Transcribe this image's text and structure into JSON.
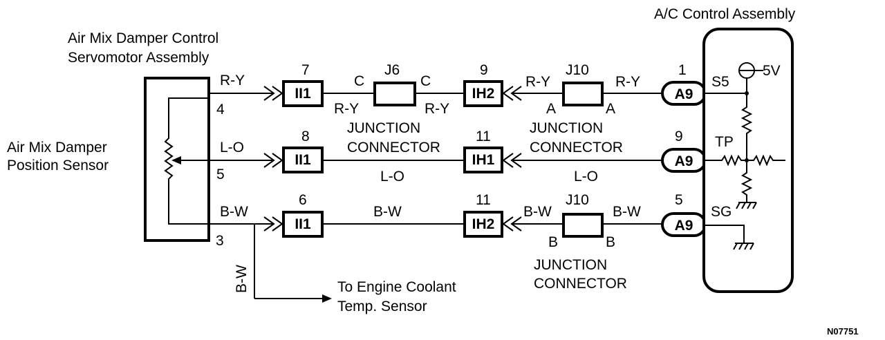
{
  "titles": {
    "ac_control": "A/C Control Assembly",
    "servo_line1": "Air Mix Damper Control",
    "servo_line2": "Servomotor Assembly",
    "sensor_line1": "Air Mix Damper",
    "sensor_line2": "Position Sensor",
    "engine_line1": "To Engine Coolant",
    "engine_line2": "Temp. Sensor",
    "figure_code": "N07751"
  },
  "servo_pins": {
    "top": "4",
    "mid": "5",
    "bot": "3"
  },
  "rows": [
    {
      "wire_left": "R-Y",
      "ii_num": "7",
      "ii_label": "II1",
      "j_label": "J6",
      "j_left_pin": "C",
      "j_right_pin": "C",
      "j_under_left": "R-Y",
      "j_under_right": "R-Y",
      "ih_num": "9",
      "ih_label": "IH2",
      "j2_label": "J10",
      "j2_wire_left": "R-Y",
      "j2_wire_right": "R-Y",
      "j2_pin_left": "A",
      "j2_pin_right": "A",
      "a_num": "1",
      "a_label": "A9",
      "terminal": "S5"
    },
    {
      "wire_left": "L-O",
      "ii_num": "8",
      "ii_label": "II1",
      "ih_num": "11",
      "ih_label": "IH1",
      "wire_mid": "L-O",
      "a_num": "9",
      "a_label": "A9",
      "terminal": "TP"
    },
    {
      "wire_left": "B-W",
      "ii_num": "6",
      "ii_label": "II1",
      "wire_mid": "B-W",
      "ih_num": "11",
      "ih_label": "IH2",
      "j2_label": "J10",
      "j2_wire_left": "B-W",
      "j2_wire_right": "B-W",
      "j2_pin_left": "B",
      "j2_pin_right": "B",
      "a_num": "5",
      "a_label": "A9",
      "terminal": "SG"
    }
  ],
  "junction_labels": {
    "j6_line1": "JUNCTION",
    "j6_line2": "CONNECTOR",
    "j10a_line1": "JUNCTION",
    "j10a_line2": "CONNECTOR",
    "j10b_line1": "JUNCTION",
    "j10b_line2": "CONNECTOR"
  },
  "branch_wire": "B-W",
  "supply_voltage": "5V"
}
